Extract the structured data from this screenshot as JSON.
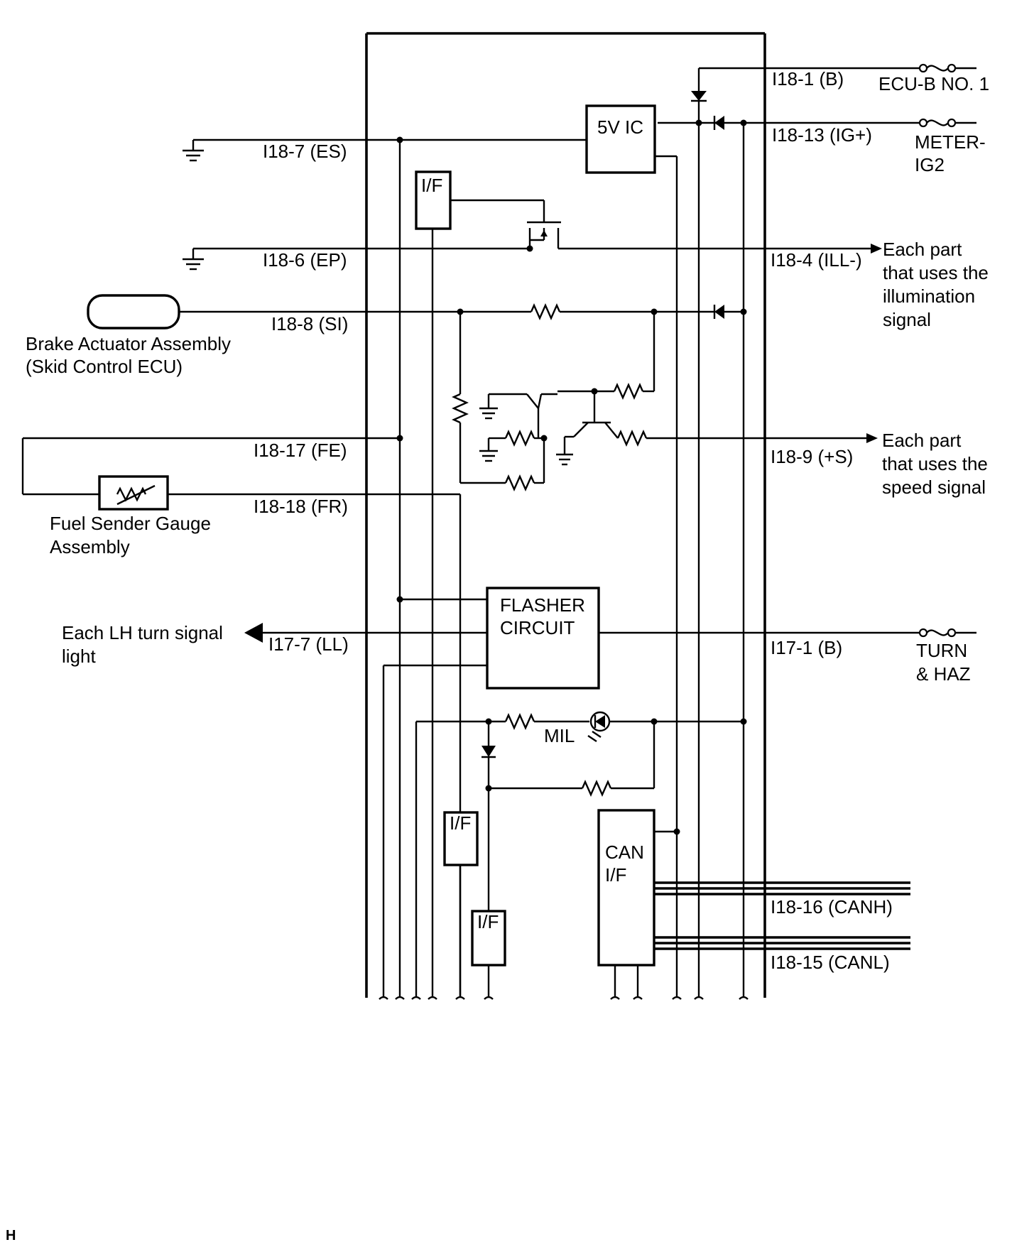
{
  "diagram": {
    "connectors": {
      "i18_1": "I18-1 (B)",
      "i18_13": "I18-13 (IG+)",
      "i18_7": "I18-7 (ES)",
      "i18_6": "I18-6 (EP)",
      "i18_4": "I18-4 (ILL-)",
      "i18_8": "I18-8 (SI)",
      "i18_17": "I18-17 (FE)",
      "i18_18": "I18-18 (FR)",
      "i18_9": "I18-9 (+S)",
      "i17_7": "I17-7 (LL)",
      "i17_1": "I17-1 (B)",
      "i18_16": "I18-16 (CANH)",
      "i18_15": "I18-15 (CANL)"
    },
    "fuses": {
      "ecu_b": "ECU-B NO. 1",
      "meter_ig2_line1": "METER-",
      "meter_ig2_line2": "IG2",
      "turn_haz_line1": "TURN",
      "turn_haz_line2": "& HAZ"
    },
    "blocks": {
      "v5_ic": "5V IC",
      "if_label": "I/F",
      "flasher_line1": "FLASHER",
      "flasher_line2": "CIRCUIT",
      "can_line1": "CAN",
      "can_line2": "I/F",
      "mil": "MIL"
    },
    "components": {
      "brake_line1": "Brake Actuator Assembly",
      "brake_line2": "(Skid Control ECU)",
      "fuel_line1": "Fuel Sender Gauge",
      "fuel_line2": "Assembly"
    },
    "outputs": {
      "illum_line1": "Each part",
      "illum_line2": "that uses the",
      "illum_line3": "illumination",
      "illum_line4": "signal",
      "speed_line1": "Each part",
      "speed_line2": "that uses the",
      "speed_line3": "speed signal",
      "turn_line1": "Each LH turn signal",
      "turn_line2": "light"
    },
    "corner_mark": "H"
  }
}
